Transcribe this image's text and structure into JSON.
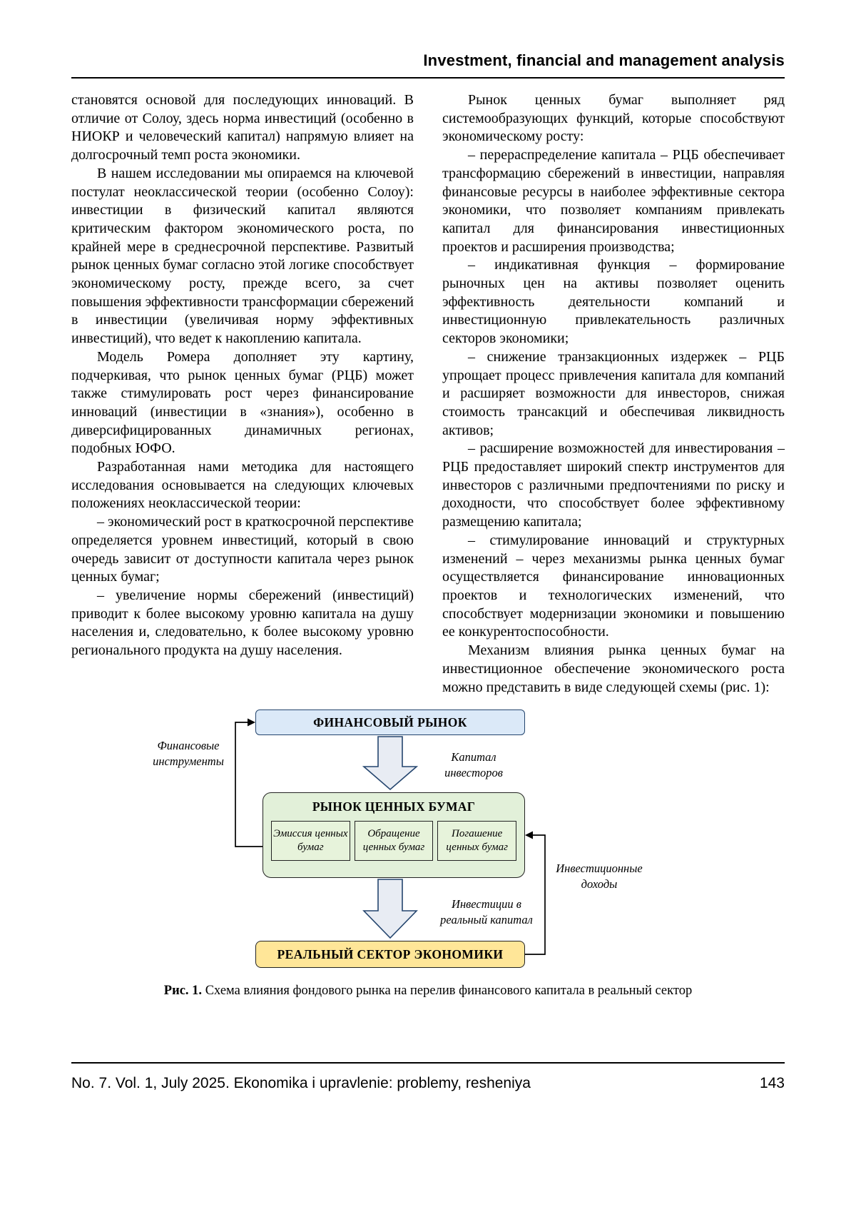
{
  "header": {
    "title": "Investment, financial and management analysis"
  },
  "left_column": [
    "становятся основой для последующих инноваций. В отличие от Солоу, здесь норма инвестиций (особенно в НИОКР и человеческий капитал) напрямую влияет на долгосрочный темп роста экономики.",
    "В нашем исследовании мы опираемся на ключевой постулат неоклассической теории (особенно Солоу): инвестиции в физический капитал являются критическим фактором экономического роста, по крайней мере в среднесрочной перспективе. Развитый рынок ценных бумаг согласно этой логике способствует экономическому росту, прежде всего, за счет повышения эффективности трансформации сбережений в инвестиции (увеличивая норму эффективных инвестиций), что ведет к накоплению капитала.",
    "Модель Ромера дополняет эту картину, подчеркивая, что рынок ценных бумаг (РЦБ) может также стимулировать рост через финансирование инноваций (инвестиции в «знания»), особенно в диверсифицированных динамичных регионах, подобных ЮФО.",
    "Разработанная нами методика для настоящего исследования основывается на следующих ключевых положениях неоклассической теории:",
    "– экономический рост в краткосрочной перспективе определяется уровнем инвестиций, который в свою очередь зависит от доступности капитала через рынок ценных бумаг;",
    "– увеличение нормы сбережений (инвестиций) приводит к более высокому уровню капитала на душу населения и, следовательно, к более высокому уровню регионального продукта на душу населения."
  ],
  "right_column": [
    "Рынок ценных бумаг выполняет ряд системообразующих функций, которые способствуют экономическому росту:",
    "– перераспределение капитала – РЦБ обеспечивает трансформацию сбережений в инвестиции, направляя финансовые ресурсы в наиболее эффективные сектора экономики, что позволяет компаниям привлекать капитал для финансирования инвестиционных проектов и расширения производства;",
    "– индикативная функция – формирование рыночных цен на активы позволяет оценить эффективность деятельности компаний и инвестиционную привлекательность различных секторов экономики;",
    "– снижение транзакционных издержек – РЦБ упрощает процесс привлечения капитала для компаний и расширяет возможности для инвесторов, снижая стоимость трансакций и обеспечивая ликвидность активов;",
    "– расширение возможностей для инвестирования – РЦБ предоставляет широкий спектр инструментов для инвесторов с различными предпочтениями по риску и доходности, что способствует более эффективному размещению капитала;",
    "– стимулирование инноваций и структурных изменений – через механизмы рынка ценных бумаг осуществляется финансирование инновационных проектов и технологических изменений, что способствует модернизации экономики и повышению ее конкурентоспособности.",
    "Механизм влияния рынка ценных бумаг на инвестиционное обеспечение экономического роста можно представить в виде следующей схемы (рис. 1):"
  ],
  "figure": {
    "financial_market": "ФИНАНСОВЫЙ РЫНОК",
    "securities_market": "РЫНОК ЦЕННЫХ БУМАГ",
    "sub_boxes": [
      "Эмиссия ценных бумаг",
      "Обращение ценных бумаг",
      "Погашение ценных бумаг"
    ],
    "real_sector": "РЕАЛЬНЫЙ СЕКТОР ЭКОНОМИКИ",
    "labels": {
      "financial_instruments": "Финансовые инструменты",
      "investor_capital": "Капитал инвесторов",
      "investments_real_capital": "Инвестиции в реальный капитал",
      "investment_income": "Инвестиционные доходы"
    },
    "colors": {
      "financial_market_fill": "#dbe9f8",
      "securities_market_fill": "#e2f0d9",
      "sub_box_fill": "#e7f3db",
      "real_sector_fill": "#ffe698",
      "arrow_fill": "#e8ecf3",
      "arrow_stroke": "#24456e"
    }
  },
  "caption": {
    "label": "Рис. 1.",
    "text": "Схема влияния фондового рынка на перелив финансового капитала в реальный сектор"
  },
  "footer": {
    "left": "No. 7. Vol. 1, July 2025. Ekonomika i upravlenie: problemy, resheniya",
    "page": "143"
  }
}
